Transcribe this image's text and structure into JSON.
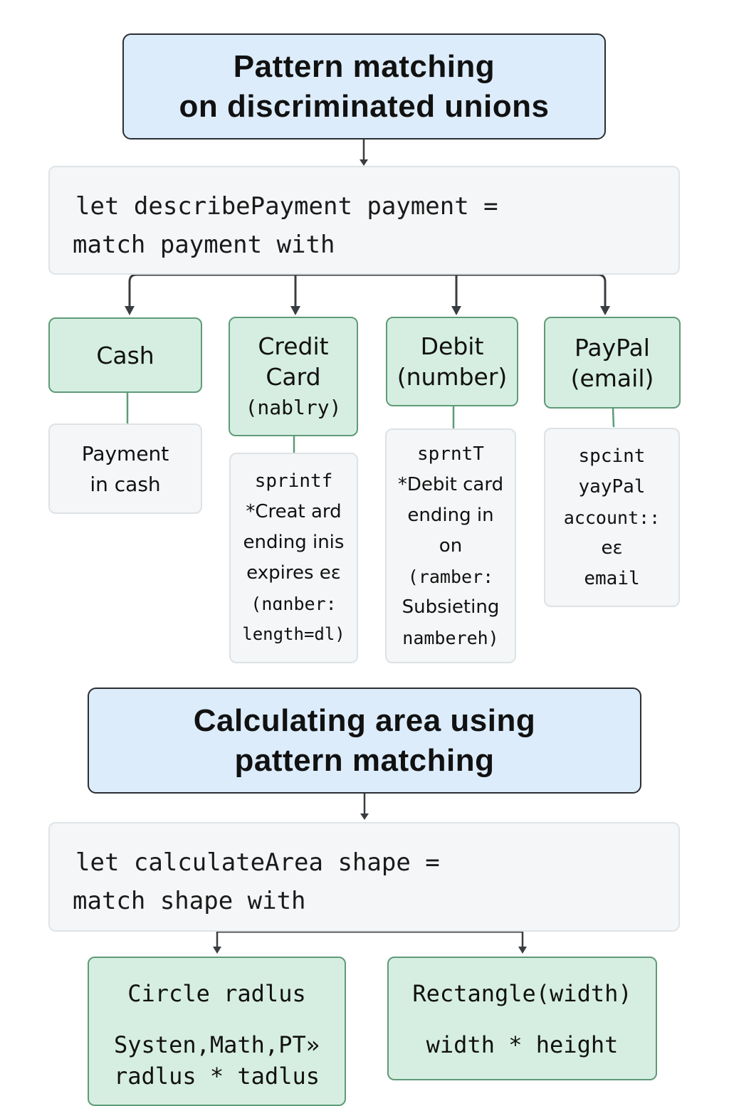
{
  "colors": {
    "title_fill": "#dcecfb",
    "title_border": "#2b2f33",
    "code_fill": "#f4f6f7",
    "code_border": "#dfe4e7",
    "case_fill": "#d6eee2",
    "case_border": "#5f9b78",
    "connector_dark": "#3a3d40",
    "connector_green": "#5f9b78"
  },
  "section1": {
    "title": [
      "Pattern matching",
      "on discriminated unions"
    ],
    "code": [
      "let describePayment payment =",
      "match payment with"
    ],
    "cases": [
      {
        "label": [
          "Cash"
        ],
        "result": [
          "Payment",
          "in cash"
        ]
      },
      {
        "label": [
          "Credit",
          "Card",
          "(nablry)"
        ],
        "result": [
          "sprintf",
          "*Creat ard",
          "ending inis",
          "expires eɛ",
          "(nɑnber:",
          "length=dl)"
        ]
      },
      {
        "label": [
          "Debit",
          "(number)"
        ],
        "result": [
          "sprntT",
          "*Debit card",
          "ending in",
          "on",
          "(ramber:",
          "Subsieting",
          "nambereh)"
        ]
      },
      {
        "label": [
          "PayPal",
          "(email)"
        ],
        "result": [
          "spcint",
          "yayPal",
          "account::",
          "eɛ",
          "email"
        ]
      }
    ]
  },
  "section2": {
    "title": [
      "Calculating area using",
      "pattern matching"
    ],
    "code": [
      "let calculateArea shape =",
      "match shape with"
    ],
    "cases": [
      {
        "label": "Circle radlus",
        "body": [
          "Systen,Math,PT»",
          "radlus * tadlus"
        ]
      },
      {
        "label": "Rectangle(width)",
        "body": [
          "width * height"
        ]
      }
    ]
  }
}
